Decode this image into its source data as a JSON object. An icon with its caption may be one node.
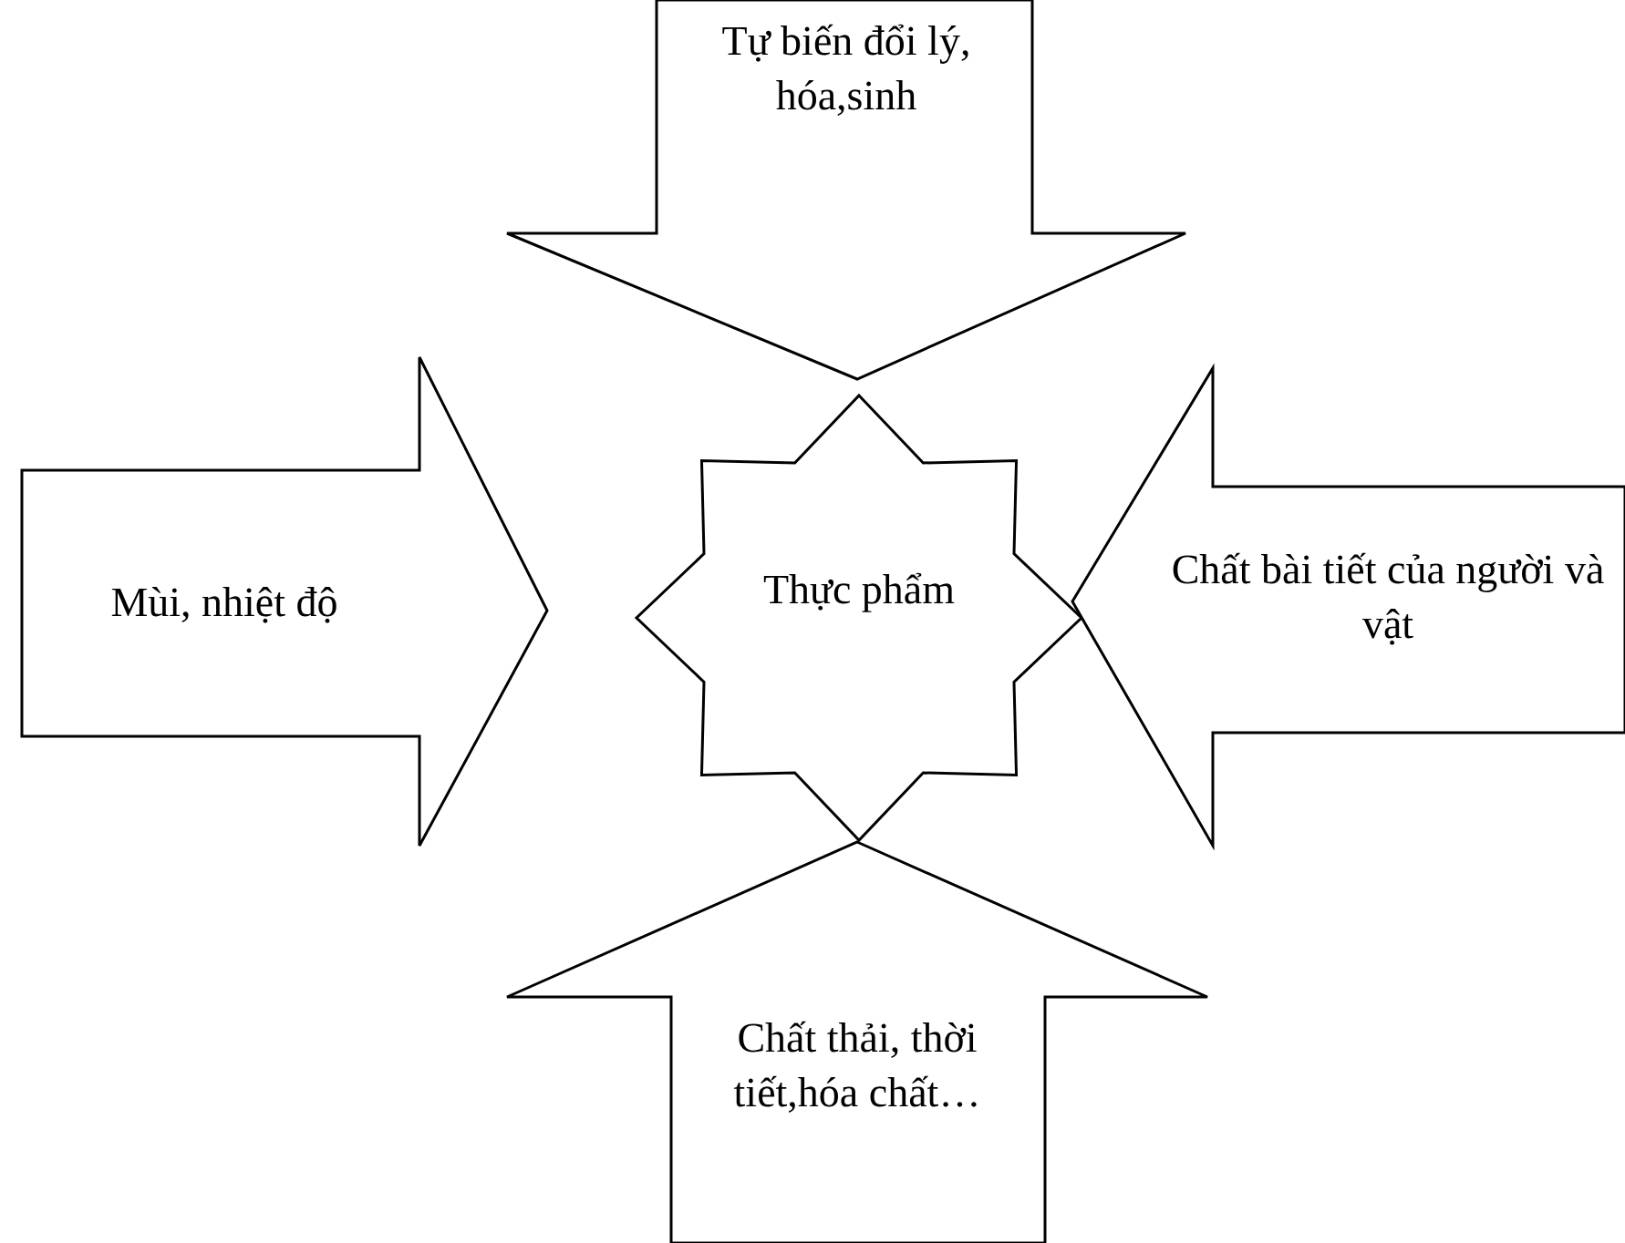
{
  "diagram": {
    "nodes": [
      {
        "text": [
          "Tự biến đổi lý, hóa,sinh"
        ]
      },
      {
        "text": [
          "Mùi, nhiệt độ"
        ]
      },
      {
        "text": [
          "Thực phẩm"
        ]
      },
      {
        "text": [
          "Chất bài tiết của người và vật"
        ]
      },
      {
        "text": [
          "Chất thải, thời tiết,hóa chất…"
        ]
      }
    ]
  }
}
